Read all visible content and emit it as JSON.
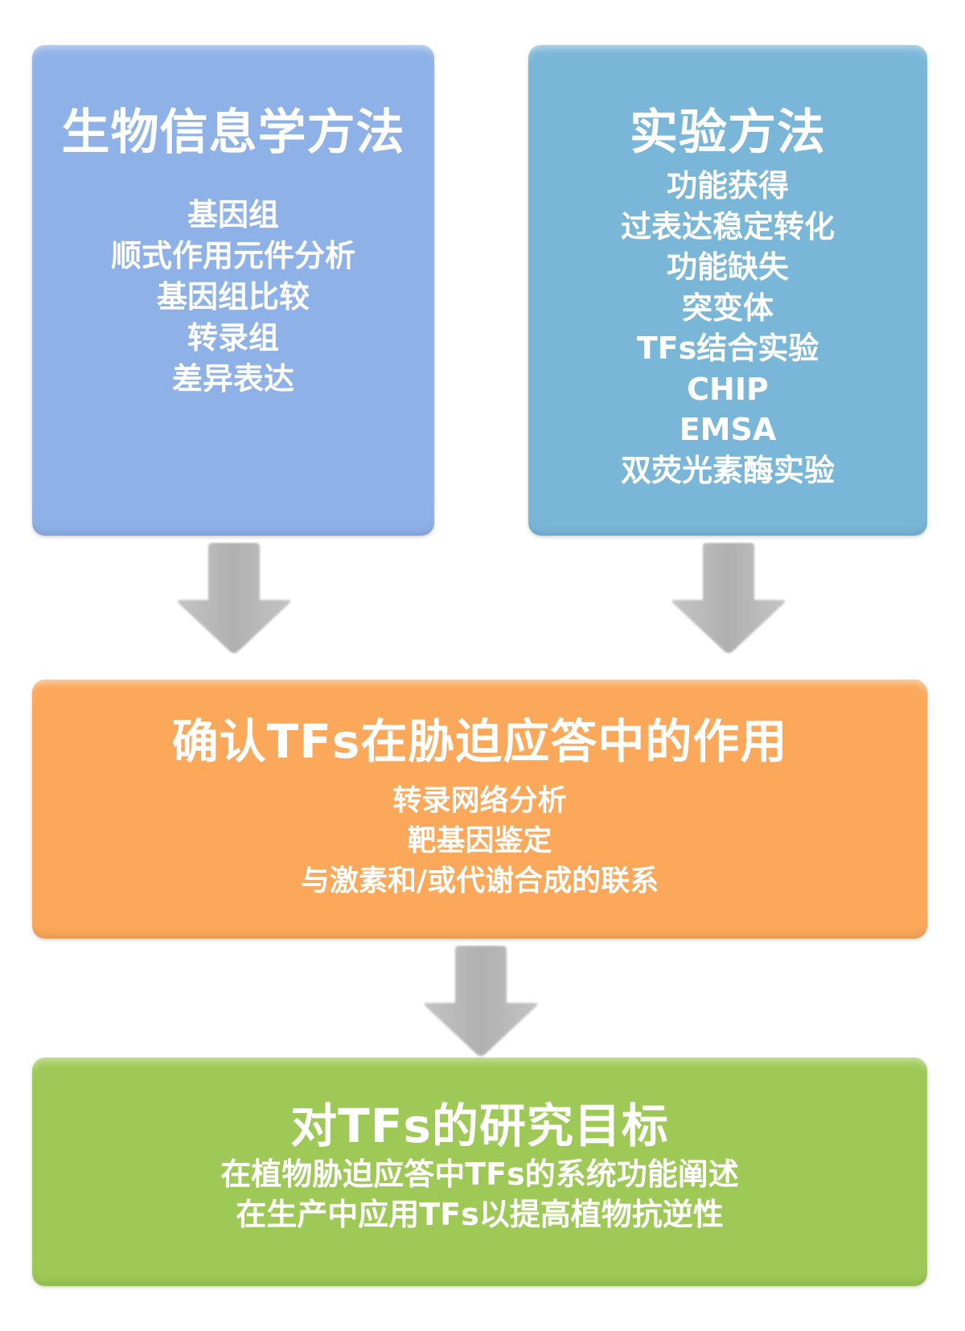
{
  "diagram": {
    "colors": {
      "bioinformatics_box": "#8eb1e8",
      "experimental_box": "#7ab6d8",
      "role_box": "#fca85a",
      "goal_box": "#9ec957",
      "arrow": "#b3b3b3",
      "text": "#ffffff"
    },
    "bioinformatics": {
      "title": "生物信息学方法",
      "items": [
        "基因组",
        "顺式作用元件分析",
        "基因组比较",
        "转录组",
        "差异表达"
      ]
    },
    "experimental": {
      "title": "实验方法",
      "items": [
        "功能获得",
        "过表达稳定转化",
        "功能缺失",
        "突变体",
        "TFs结合实验",
        "CHIP",
        "EMSA",
        "双荧光素酶实验"
      ]
    },
    "role": {
      "title": "确认TFs在胁迫应答中的作用",
      "items": [
        "转录网络分析",
        "靶基因鉴定",
        "与激素和/或代谢合成的联系"
      ]
    },
    "goal": {
      "title": "对TFs的研究目标",
      "items": [
        "在植物胁迫应答中TFs的系统功能阐述",
        "在生产中应用TFs以提高植物抗逆性"
      ]
    },
    "arrows": [
      {
        "from": "bioinformatics",
        "to": "role",
        "icon": "down-arrow-icon"
      },
      {
        "from": "experimental",
        "to": "role",
        "icon": "down-arrow-icon"
      },
      {
        "from": "role",
        "to": "goal",
        "icon": "down-arrow-icon"
      }
    ]
  }
}
